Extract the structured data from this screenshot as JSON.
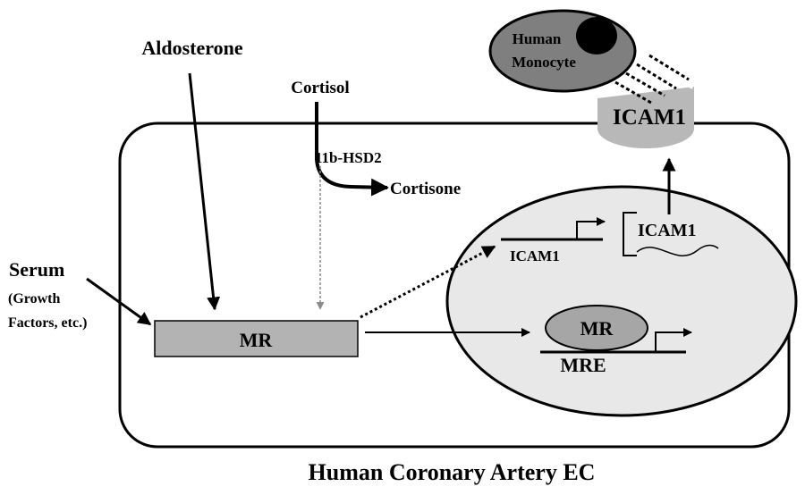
{
  "labels": {
    "aldosterone": "Aldosterone",
    "cortisol": "Cortisol",
    "enzyme": "11b-HSD2",
    "cortisone": "Cortisone",
    "serum": "Serum",
    "growth_1": "(Growth",
    "growth_2": "Factors, etc.)",
    "mr_cytoplasm": "MR",
    "mr_nucleus": "MR",
    "mre": "MRE",
    "icam1_gene": "ICAM1",
    "icam1_mrna": "ICAM1",
    "icam1_surface": "ICAM1",
    "monocyte_1": "Human",
    "monocyte_2": "Monocyte",
    "caption": "Human Coronary Artery EC"
  },
  "colors": {
    "cell_fill": "#ffffff",
    "nucleus_fill": "#e8e8e8",
    "mr_box_fill": "#b3b3b3",
    "mr_nucleus_fill": "#a6a6a6",
    "icam_fill": "#b8b8b8",
    "monocyte_fill": "#7f7f7f",
    "monocyte_nucleus": "#000000",
    "stroke": "#000000",
    "dotted_arrow": "#8c8c8c"
  }
}
